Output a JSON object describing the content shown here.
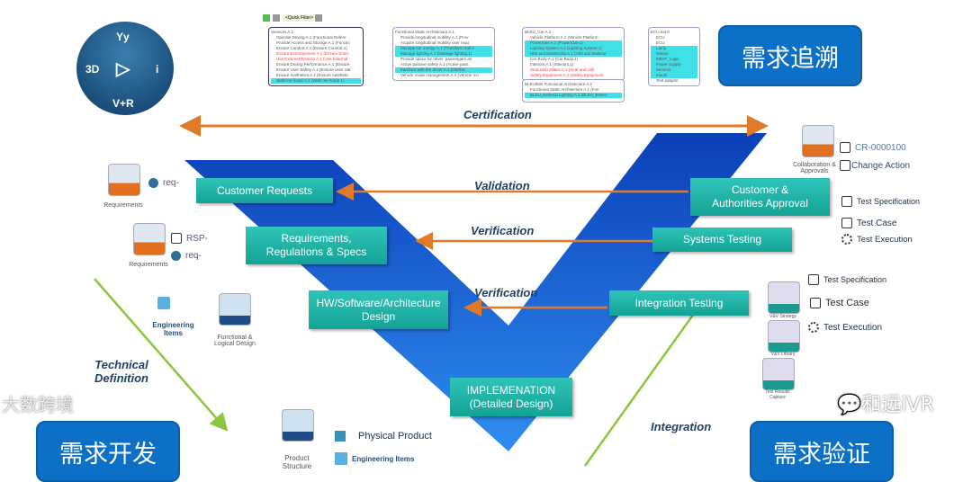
{
  "logo": {
    "top": "Yy",
    "left": "3D",
    "right": "i",
    "bottom": "V+R"
  },
  "traceability_panel": {
    "filter": "<Quick Filter>",
    "col1": [
      "Services A.1",
      "Operate Driving A.1 (Functional Refere",
      "Provide Access and Storage A.1 (Functio",
      "Ensure Comfort A.1 (Ensure Comfort.1)",
      "Ensure Entertainment A.1 (Ensure Enter",
      "Use External Devices A.1 (Use External",
      "Ensure Driving Performance A.1 (Ensure",
      "Ensure User Safety A.1 (Ensure User Saf",
      "Ensure Aesthetics A.1 (Ensure Aesthetic",
      "Walk me home A.1 (Walk me home.1)"
    ],
    "col2": [
      "Functional Static Architecture A.1",
      "Provide longitudinal mobility A.1 (Prov",
      "Acquire longitudinal mobility user requ",
      "Manage car energy A.1 (Transform fuel e",
      "Manage lighting A.1 (Manage lighting.1)",
      "Provide space for driver, passengers an",
      "Active passive safety A.1 (Active pass",
      "Interface with the driver A.1 (Interfac",
      "Vehicle mode management A.1 (Vehicle mo"
    ],
    "col3": [
      "BLEU_Car A.1",
      "Vehicle Platform A.1 (Vehicle Platform",
      "Powertrain A.1 (Powertrain.1)",
      "Lighting System A.1 (Lighting System.1)",
      "HMI and Multimedia A.1 (HMI and Multime",
      "Car Body A.1 (Car Body.1)",
      "Interiors A.1 (Interiors.1)",
      "Seat and Utilities A.1 (Seat and Utili",
      "Safety Equipment A.1 (Safety Equipment"
    ],
    "col3b": [
      "BLEU/E/E Functional Architecture A.1",
      "Functional Static Architecture A.1 (Fun",
      "BLEU_External Lighting A.1 (BLEU_Extern"
    ],
    "col4": [
      "ECU.md 0",
      "ECU",
      "ECU",
      "Lamp",
      "Motion",
      "MBAT_Logic",
      "Power Supply",
      "Sensors",
      "Inputs",
      "Test adaptor"
    ]
  },
  "traceability_title": "需求追溯",
  "development_title": "需求开发",
  "verification_title": "需求验证",
  "arrows": {
    "certification": "Certification",
    "validation": "Validation",
    "verification1": "Verification",
    "verification2": "Verification",
    "technical_definition": "Technical Definition",
    "integration": "Integration"
  },
  "v_boxes": {
    "customer_requests": "Customer Requests",
    "requirements": "Requirements, Regulations & Specs",
    "hw_sw": "HW/Software/Architecture Design",
    "implementation": "IMPLEMENATION (Detailed Design)",
    "integration_testing": "Integration Testing",
    "systems_testing": "Systems Testing",
    "approval": "Customer & Authorities Approval"
  },
  "left": {
    "req_app1": "Requirements",
    "req1": "req-",
    "req_app2": "Requirements",
    "rsp": "RSP-",
    "req2": "req-",
    "engineering_items": "Engineering Items",
    "catia_func": "Functional & Logical Design",
    "product_structure": "Product Structure",
    "physical_product": "Physical Product",
    "engineering_items2": "Engineering Items"
  },
  "right": {
    "collab": "Collaboration & Approvals",
    "cr": "CR-0000100",
    "change_action": "Change Action",
    "test_spec1": "Test Specification",
    "test_case1": "Test Case",
    "test_exec1": "Test Execution",
    "test_spec2": "Test Specification",
    "test_case2": "Test Case",
    "test_exec2": "Test Execution",
    "vv_strategy": "V&V Strategy",
    "vv_library": "V&V Library",
    "test_results": "Test Results Capture"
  },
  "watermarks": {
    "wechat": "和远iVR",
    "corner": "大数跨境"
  },
  "colors": {
    "v_blue": "#1560d8",
    "teal": "#1fb3a6",
    "orange": "#e07a2a",
    "green": "#8cc63f",
    "cn_box": "#0b70c6"
  }
}
